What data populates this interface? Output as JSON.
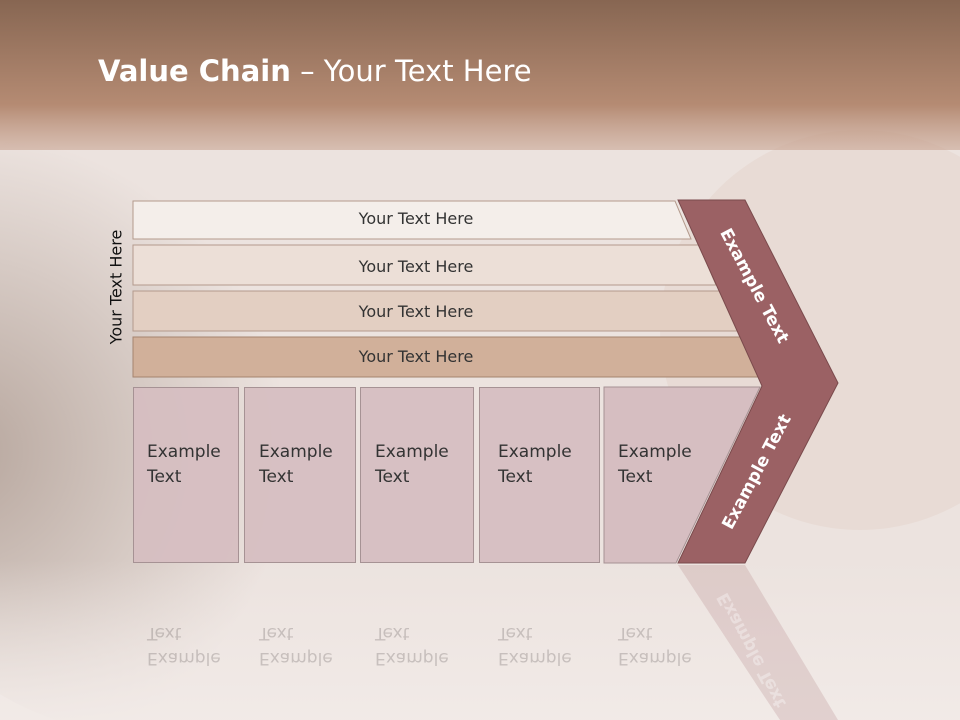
{
  "title": {
    "bold": "Value Chain",
    "rest": " – Your Text Here"
  },
  "side_label": "Your Text Here",
  "rows": [
    {
      "label": "Your Text Here"
    },
    {
      "label": "Your Text Here"
    },
    {
      "label": "Your Text Here"
    },
    {
      "label": "Your Text Here"
    }
  ],
  "boxes": [
    {
      "line1": "Example",
      "line2": "Text"
    },
    {
      "line1": "Example",
      "line2": "Text"
    },
    {
      "line1": "Example",
      "line2": "Text"
    },
    {
      "line1": "Example",
      "line2": "Text"
    },
    {
      "line1": "Example",
      "line2": "Text"
    }
  ],
  "chevron": {
    "upper": "Example Text",
    "lower": "Example Text"
  },
  "colors": {
    "header": "#a98068",
    "chevron": "#9b6164",
    "row1": "#f4eeea",
    "row2": "#ecdfd7",
    "row3": "#e3cfc2",
    "row4": "#d1b09a",
    "box": "#d6bec1"
  }
}
